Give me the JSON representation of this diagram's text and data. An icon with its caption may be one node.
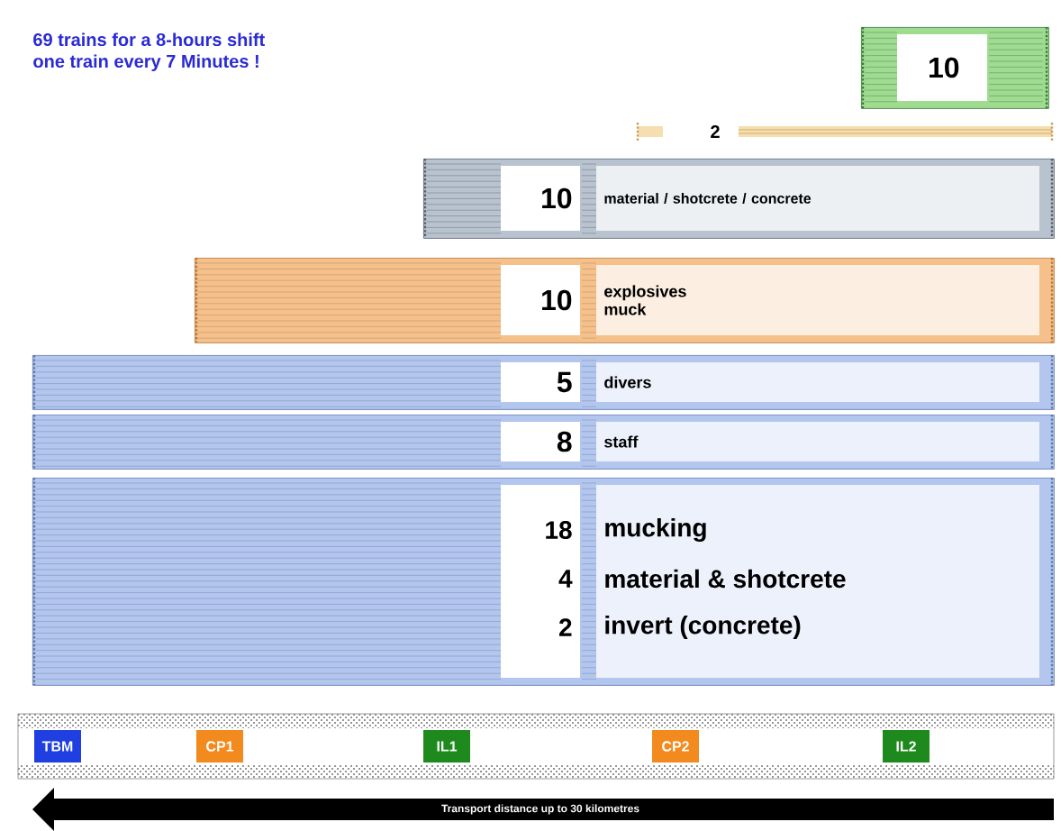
{
  "diagram": {
    "nodes": [
      {
        "text": [
          "10"
        ]
      },
      {
        "text": [
          "2"
        ]
      },
      {
        "text": [
          "10",
          "material / shotcrete / concrete"
        ]
      },
      {
        "text": [
          "10",
          "explosives muck"
        ]
      },
      {
        "text": [
          "5",
          "divers"
        ]
      },
      {
        "text": [
          "8",
          "staff"
        ]
      },
      {
        "text": [
          "18",
          "mucking",
          "4",
          "material & shotcrete",
          "2",
          "invert (concrete)"
        ]
      },
      {
        "text": [],
        "shape": "bar"
      },
      {
        "text": [
          "TBM"
        ],
        "in": 7
      },
      {
        "text": [
          "CP1"
        ],
        "in": 7
      },
      {
        "text": [
          "IL1"
        ],
        "in": 7
      },
      {
        "text": [
          "CP2"
        ],
        "in": 7
      },
      {
        "text": [
          "IL2"
        ],
        "in": 7
      }
    ],
    "labels": [
      "69 trains for a 8-hours shift",
      "one train every 7 Minutes !",
      "Transport distance up to 30 kilometres"
    ]
  }
}
